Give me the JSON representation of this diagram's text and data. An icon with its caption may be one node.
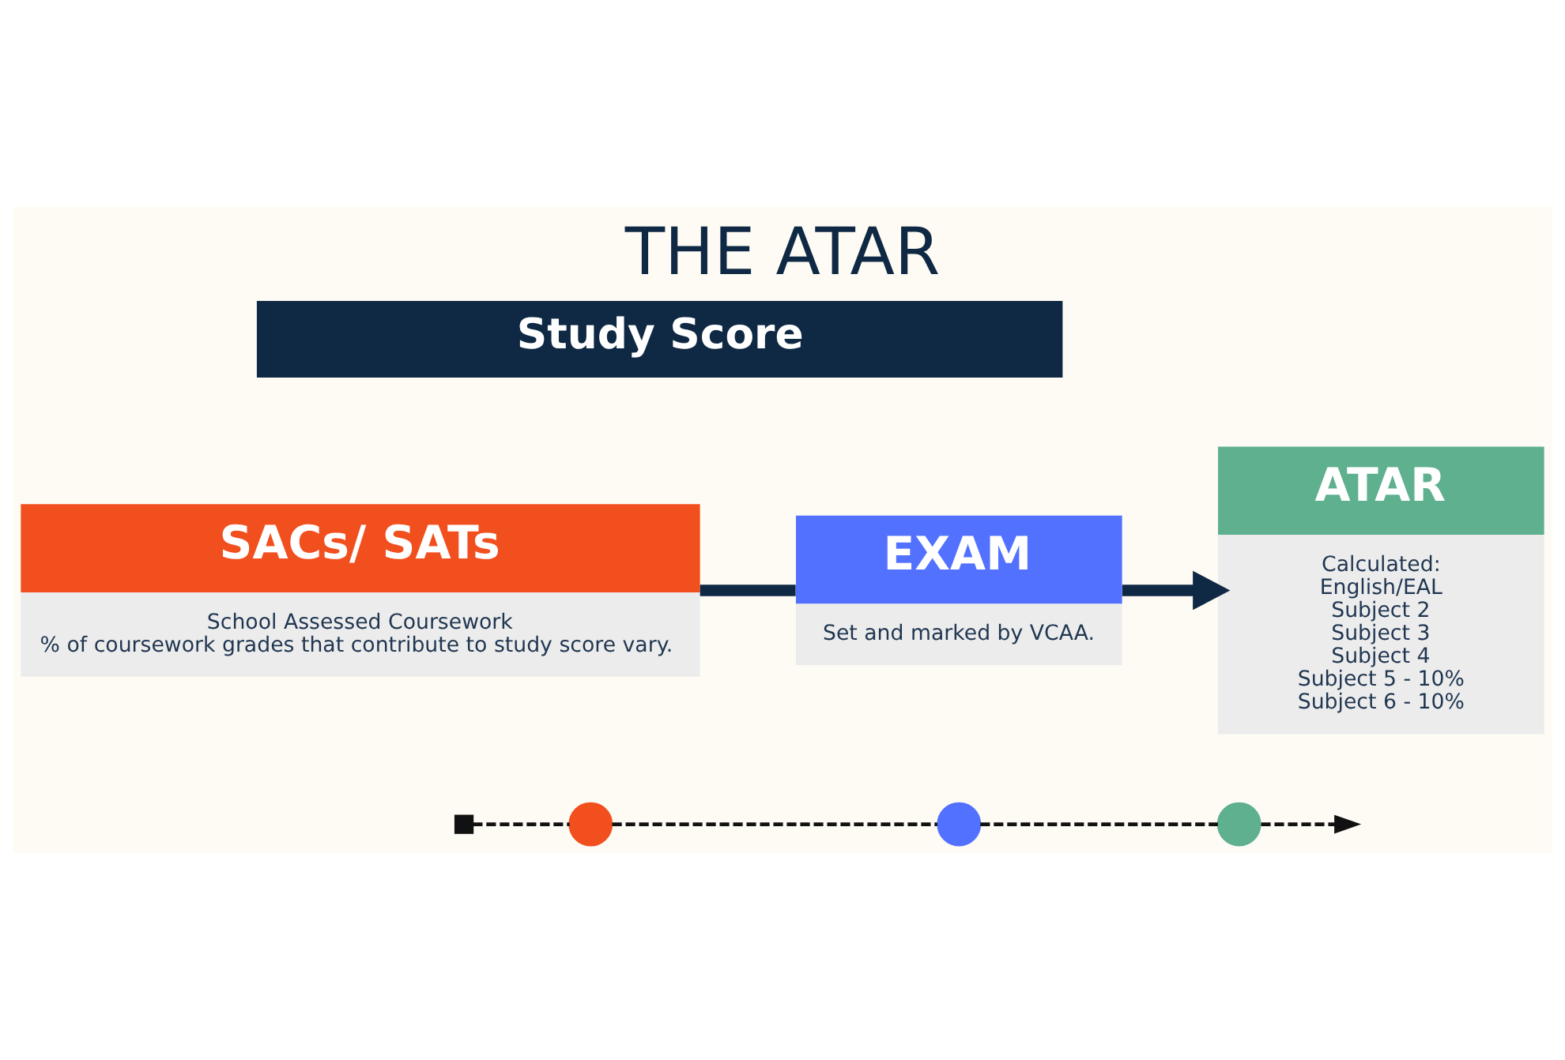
{
  "diagram": {
    "title": "THE ATAR",
    "nodes": [
      {
        "text": [
          "Study Score"
        ]
      },
      {
        "text": [
          "SACs/ SATs",
          "School Assessed Coursework",
          "% of coursework grades that contribute to study score vary."
        ]
      },
      {
        "text": [
          "EXAM",
          "Set and marked by VCAA."
        ]
      },
      {
        "text": [
          "ATAR",
          "Calculated:",
          "English/EAL",
          "Subject 2",
          "Subject 3",
          "Subject 4",
          "Subject 5 - 10%",
          "Subject 6 - 10%"
        ]
      },
      {
        "text": [],
        "shape": "box"
      },
      {
        "text": [],
        "shape": "circle"
      },
      {
        "text": [],
        "shape": "circle"
      },
      {
        "text": [],
        "shape": "circle"
      }
    ],
    "edges": [
      {
        "from": 1,
        "to": 2,
        "arrow": "none",
        "style": "thick"
      },
      {
        "from": 2,
        "to": 3,
        "arrow": "to",
        "style": "thick"
      },
      {
        "from": 4,
        "to": 5,
        "arrow": "none",
        "style": "dashed"
      },
      {
        "from": 5,
        "to": 6,
        "arrow": "none",
        "style": "dashed"
      },
      {
        "from": 6,
        "to": 7,
        "arrow": "none",
        "style": "dashed"
      },
      {
        "from": 7,
        "to": null,
        "arrow": "to",
        "style": "dashed"
      }
    ]
  }
}
